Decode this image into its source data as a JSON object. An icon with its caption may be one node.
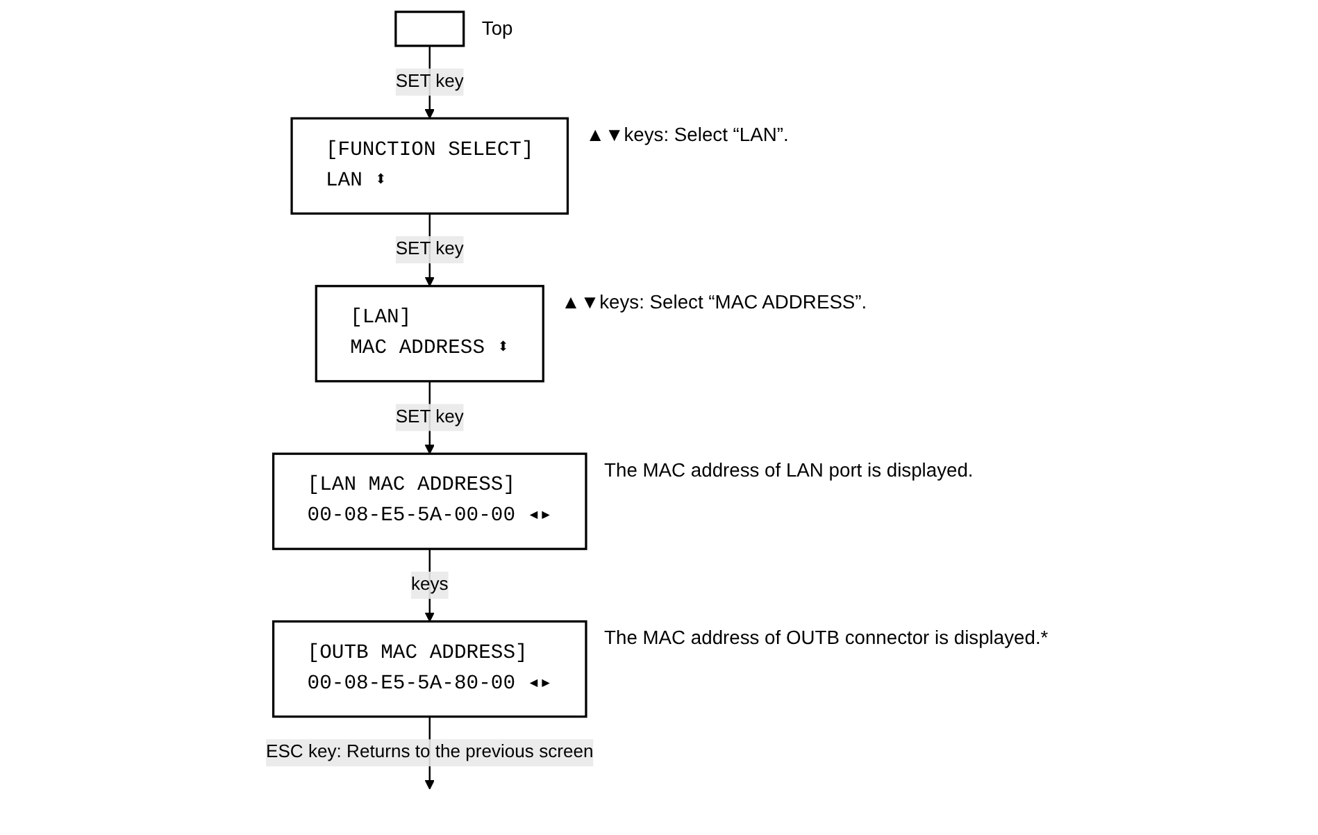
{
  "diagram": {
    "nodes": [
      {
        "text": [],
        "shape": "box",
        "beside": [
          "Top"
        ]
      },
      {
        "text": [
          "[FUNCTION SELECT]",
          "LAN ⬍"
        ],
        "beside": [
          "▲▼keys: Select “LAN”."
        ]
      },
      {
        "text": [
          "[LAN]",
          "MAC ADDRESS ⬍"
        ],
        "beside": [
          "▲▼keys: Select “MAC ADDRESS”."
        ]
      },
      {
        "text": [
          "[LAN MAC ADDRESS]",
          "00-08-E5-5A-00-00 ◂▸"
        ],
        "beside": [
          "The MAC address of LAN port is displayed."
        ]
      },
      {
        "text": [
          "[OUTB MAC ADDRESS]",
          "00-08-E5-5A-80-00 ◂▸"
        ],
        "beside": [
          "The MAC address of OUTB connector is displayed.*"
        ]
      }
    ],
    "edges": [
      {
        "from": 0,
        "to": 1,
        "arrow": "to",
        "label": "SET key"
      },
      {
        "from": 1,
        "to": 2,
        "arrow": "to",
        "label": "SET key"
      },
      {
        "from": 2,
        "to": 3,
        "arrow": "to",
        "label": "SET key"
      },
      {
        "from": 3,
        "to": 4,
        "arrow": "to",
        "label": "keys"
      },
      {
        "from": 4,
        "to": null,
        "arrow": "to",
        "label": "ESC key: Returns to the previous screen"
      }
    ]
  }
}
